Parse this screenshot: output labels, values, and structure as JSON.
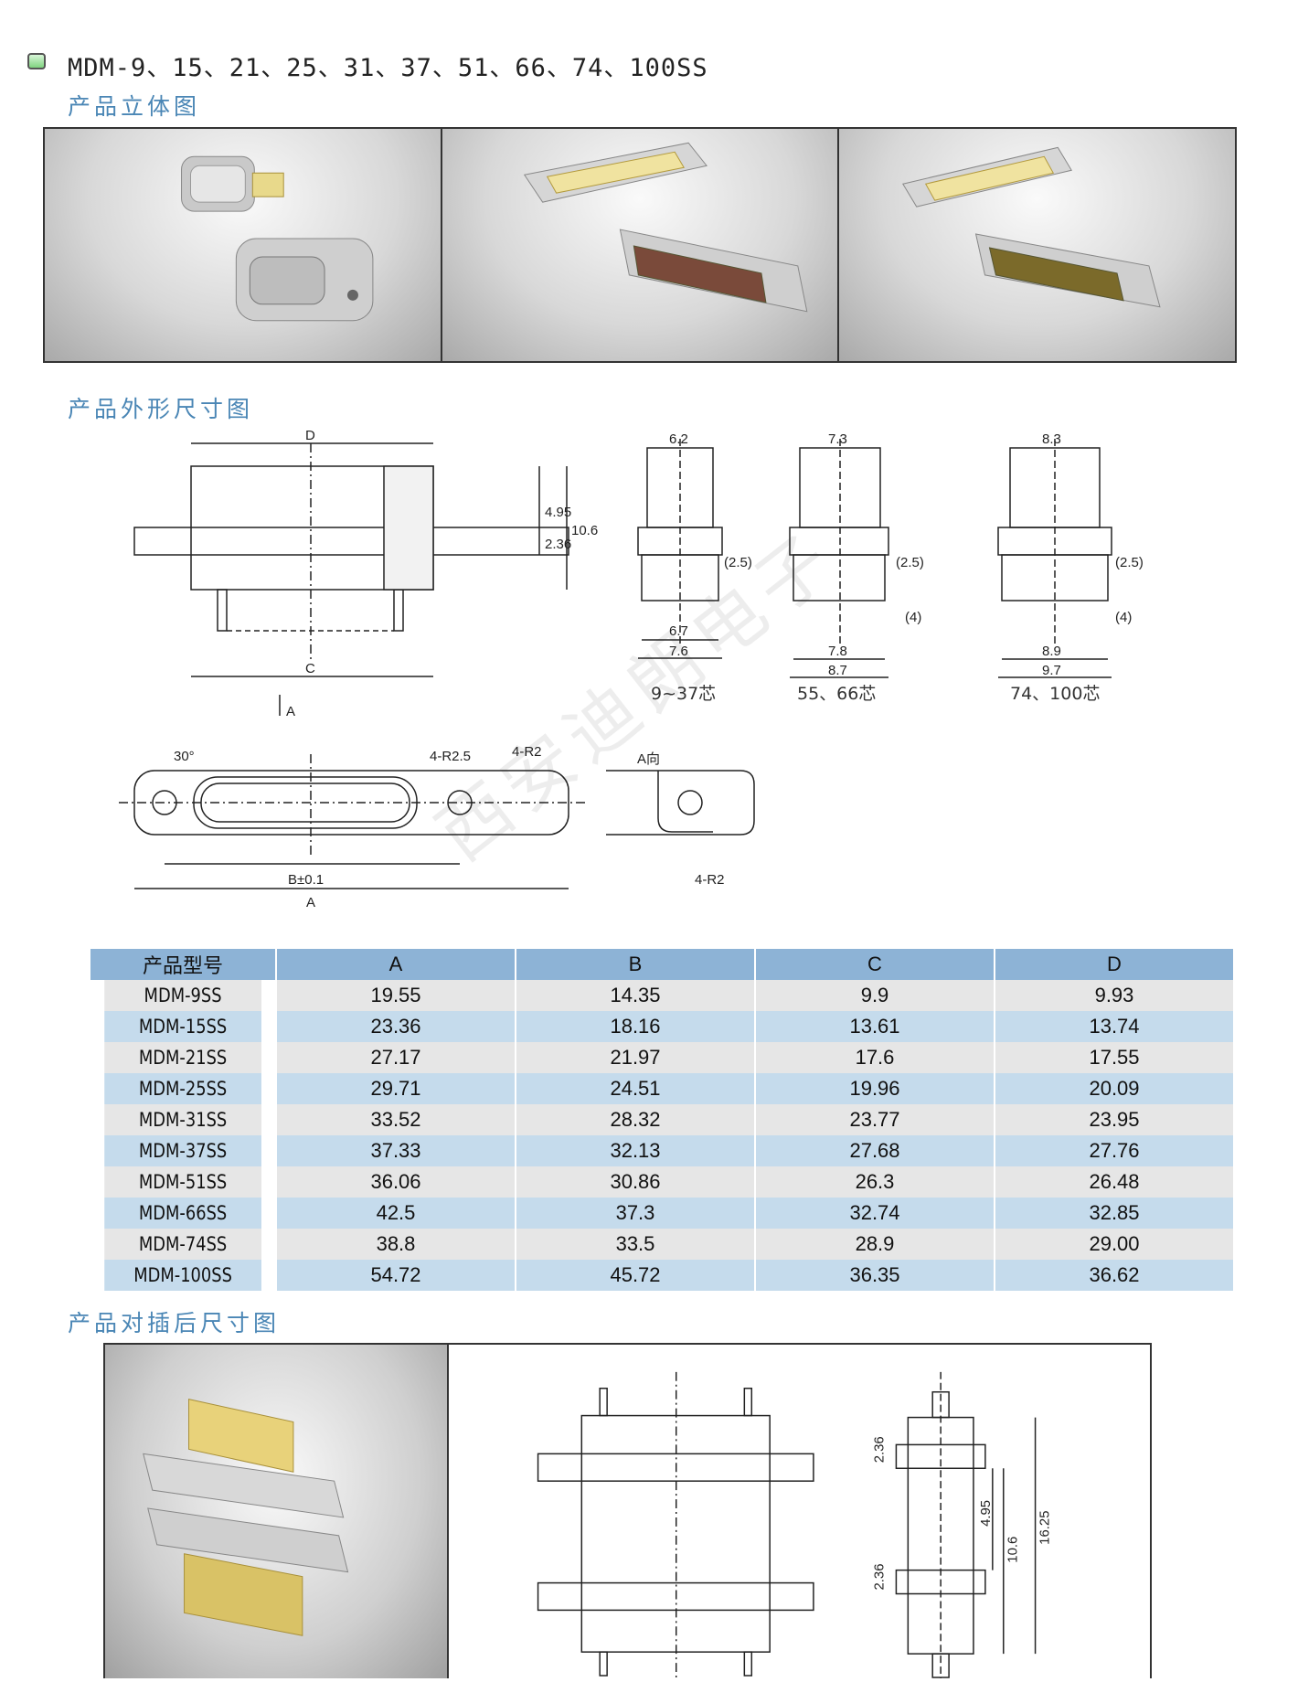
{
  "header": {
    "title": "MDM-9、15、21、25、31、37、51、66、74、100SS"
  },
  "sections": {
    "photos": "产品立体图",
    "outline": "产品外形尺寸图",
    "mated": "产品对插后尺寸图"
  },
  "watermark": "西安迪朗电子",
  "outline": {
    "labels": {
      "D": "D",
      "C": "C",
      "A_arrow": "A",
      "h1": "4.95",
      "h2": "2.36",
      "h3": "10.6",
      "angle": "30°",
      "r25": "4-R2.5",
      "r2a": "4-R2",
      "r2b": "4-R2",
      "B": "B±0.1",
      "A": "A",
      "view": "A向"
    },
    "variants": [
      {
        "top": "6.2",
        "p1": "(2.5)",
        "p2": "",
        "inner": "6.7",
        "outer": "7.6",
        "caption": "9~37芯"
      },
      {
        "top": "7.3",
        "p1": "(2.5)",
        "p2": "(4)",
        "inner": "7.8",
        "outer": "8.7",
        "caption": "55、66芯"
      },
      {
        "top": "8.3",
        "p1": "(2.5)",
        "p2": "(4)",
        "inner": "8.9",
        "outer": "9.7",
        "caption": "74、100芯"
      }
    ]
  },
  "table": {
    "headers": [
      "产品型号",
      "A",
      "B",
      "C",
      "D"
    ],
    "rows": [
      [
        "MDM-9SS",
        "19.55",
        "14.35",
        "9.9",
        "9.93"
      ],
      [
        "MDM-15SS",
        "23.36",
        "18.16",
        "13.61",
        "13.74"
      ],
      [
        "MDM-21SS",
        "27.17",
        "21.97",
        "17.6",
        "17.55"
      ],
      [
        "MDM-25SS",
        "29.71",
        "24.51",
        "19.96",
        "20.09"
      ],
      [
        "MDM-31SS",
        "33.52",
        "28.32",
        "23.77",
        "23.95"
      ],
      [
        "MDM-37SS",
        "37.33",
        "32.13",
        "27.68",
        "27.76"
      ],
      [
        "MDM-51SS",
        "36.06",
        "30.86",
        "26.3",
        "26.48"
      ],
      [
        "MDM-66SS",
        "42.5",
        "37.3",
        "32.74",
        "32.85"
      ],
      [
        "MDM-74SS",
        "38.8",
        "33.5",
        "28.9",
        "29.00"
      ],
      [
        "MDM-100SS",
        "54.72",
        "45.72",
        "36.35",
        "36.62"
      ]
    ]
  },
  "mated": {
    "d1": "2.36",
    "d2": "4.95",
    "d3": "10.6",
    "d4": "16.25",
    "d5": "2.36"
  }
}
